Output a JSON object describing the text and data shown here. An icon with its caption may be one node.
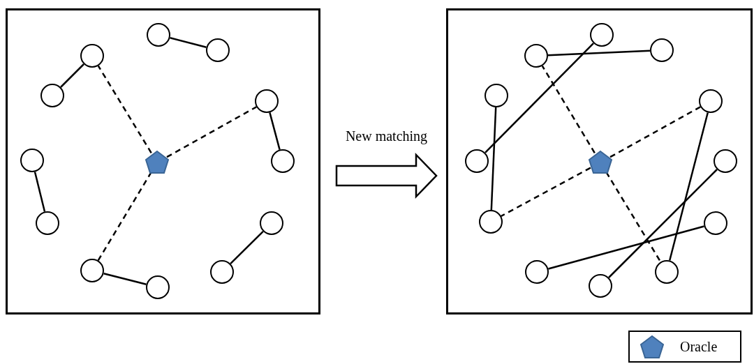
{
  "diagram": {
    "nodes": [
      {
        "text": [],
        "shape": "box"
      },
      {
        "text": [],
        "shape": "circle",
        "in": 0
      },
      {
        "text": [],
        "shape": "circle",
        "in": 0
      },
      {
        "text": [],
        "shape": "circle",
        "in": 0
      },
      {
        "text": [],
        "shape": "circle",
        "in": 0
      },
      {
        "text": [],
        "shape": "circle",
        "in": 0
      },
      {
        "text": [],
        "shape": "circle",
        "in": 0
      },
      {
        "text": [],
        "shape": "circle",
        "in": 0
      },
      {
        "text": [],
        "shape": "pentagon",
        "in": 0
      },
      {
        "text": [],
        "shape": "circle",
        "in": 0
      },
      {
        "text": [],
        "shape": "circle",
        "in": 0
      },
      {
        "text": [],
        "shape": "circle",
        "in": 0
      },
      {
        "text": [],
        "shape": "circle",
        "in": 0
      },
      {
        "text": [],
        "shape": "circle",
        "in": 0
      },
      {
        "text": [],
        "shape": "box"
      },
      {
        "text": [],
        "shape": "circle",
        "in": 14
      },
      {
        "text": [],
        "shape": "circle",
        "in": 14
      },
      {
        "text": [],
        "shape": "circle",
        "in": 14
      },
      {
        "text": [],
        "shape": "circle",
        "in": 14
      },
      {
        "text": [],
        "shape": "circle",
        "in": 14
      },
      {
        "text": [],
        "shape": "circle",
        "in": 14
      },
      {
        "text": [],
        "shape": "circle",
        "in": 14
      },
      {
        "text": [],
        "shape": "pentagon",
        "in": 14
      },
      {
        "text": [],
        "shape": "circle",
        "in": 14
      },
      {
        "text": [],
        "shape": "circle",
        "in": 14
      },
      {
        "text": [],
        "shape": "circle",
        "in": 14
      },
      {
        "text": [],
        "shape": "circle",
        "in": 14
      },
      {
        "text": [],
        "shape": "circle",
        "in": 14
      }
    ],
    "edges": [
      {
        "from": 1,
        "to": 2,
        "arrow": "none"
      },
      {
        "from": 3,
        "to": 4,
        "arrow": "none"
      },
      {
        "from": 5,
        "to": 7,
        "arrow": "none"
      },
      {
        "from": 6,
        "to": 9,
        "arrow": "none"
      },
      {
        "from": 10,
        "to": 12,
        "arrow": "none"
      },
      {
        "from": 11,
        "to": 13,
        "arrow": "none"
      },
      {
        "from": 8,
        "to": 3,
        "arrow": "none",
        "style": "dashed"
      },
      {
        "from": 8,
        "to": 5,
        "arrow": "none",
        "style": "dashed"
      },
      {
        "from": 8,
        "to": 11,
        "arrow": "none",
        "style": "dashed"
      },
      {
        "from": 0,
        "to": 14,
        "arrow": "to",
        "label": "New matching"
      },
      {
        "from": 17,
        "to": 16,
        "arrow": "none"
      },
      {
        "from": 15,
        "to": 20,
        "arrow": "none"
      },
      {
        "from": 18,
        "to": 23,
        "arrow": "none"
      },
      {
        "from": 19,
        "to": 26,
        "arrow": "none"
      },
      {
        "from": 21,
        "to": 27,
        "arrow": "none"
      },
      {
        "from": 24,
        "to": 25,
        "arrow": "none"
      },
      {
        "from": 22,
        "to": 17,
        "arrow": "none",
        "style": "dashed"
      },
      {
        "from": 22,
        "to": 19,
        "arrow": "none",
        "style": "dashed"
      },
      {
        "from": 22,
        "to": 23,
        "arrow": "none",
        "style": "dashed"
      },
      {
        "from": 22,
        "to": 26,
        "arrow": "none",
        "style": "dashed"
      }
    ],
    "legend": [
      {
        "text": "Oracle"
      }
    ]
  }
}
